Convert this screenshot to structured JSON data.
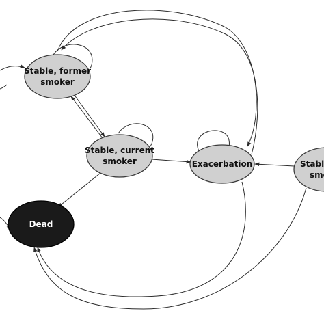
{
  "nodes": {
    "stable_former": {
      "lines": [
        "Stable, former",
        "smoker"
      ]
    },
    "stable_current": {
      "lines": [
        "Stable, current",
        "smoker"
      ]
    },
    "exacerbation": {
      "lines": [
        "Exacerbation"
      ]
    },
    "dead": {
      "lines": [
        "Dead"
      ]
    },
    "stable_right": {
      "lines": [
        "Stable",
        "smo"
      ]
    }
  },
  "colors": {
    "node_fill": "#d0d0d0",
    "dead_fill": "#1a1a1a",
    "edge": "#2b2b2b"
  }
}
